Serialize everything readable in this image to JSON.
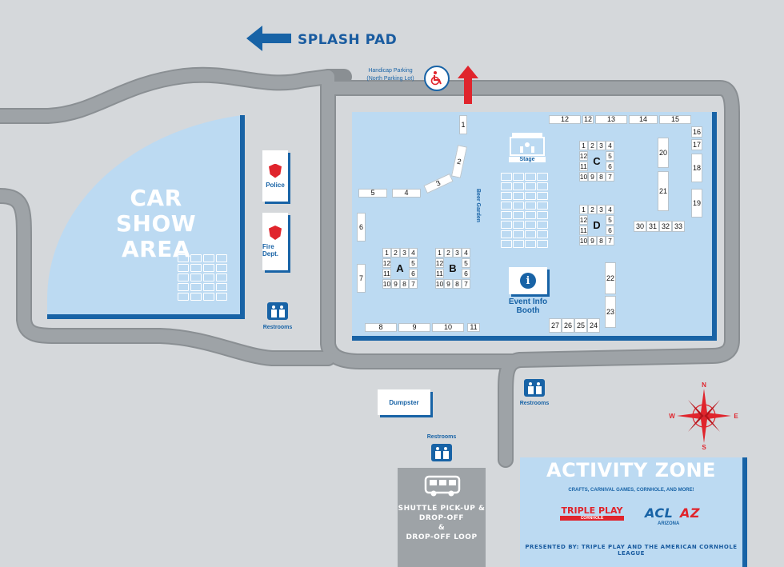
{
  "top": {
    "splash_pad": "SPLASH PAD",
    "handicap": "Handicap Parking",
    "handicap_sub": "(North Parking Lot)"
  },
  "car_show": {
    "line1": "CAR SHOW",
    "line2": "AREA"
  },
  "signs": {
    "police": "Police",
    "fire": "Fire Dept.",
    "restrooms": "Restrooms",
    "dumpster": "Dumpster",
    "stage": "Stage",
    "beer_garden": "Beer Garden",
    "event_info_1": "Event Info",
    "event_info_2": "Booth"
  },
  "booths": {
    "grid": [
      "1",
      "2",
      "3",
      "4",
      "12",
      "5",
      "11",
      "6",
      "10",
      "9",
      "8",
      "7"
    ],
    "zone_letters": [
      "A",
      "B",
      "C",
      "D"
    ],
    "numbered": [
      "1",
      "2",
      "3",
      "4",
      "5",
      "6",
      "7",
      "8",
      "9",
      "10",
      "11",
      "12",
      "12",
      "13",
      "14",
      "15",
      "16",
      "17",
      "18",
      "19",
      "20",
      "21",
      "22",
      "23",
      "24",
      "25",
      "26",
      "27",
      "30",
      "31",
      "32",
      "33"
    ]
  },
  "shuttle": {
    "line1": "SHUTTLE PICK-UP &",
    "line2": "DROP-OFF",
    "line3": "&",
    "line4": "DROP-OFF LOOP"
  },
  "activity": {
    "title": "ACTIVITY ZONE",
    "subtitle": "CRAFTS, CARNIVAL GAMES, CORNHOLE, AND MORE!",
    "logo1_main": "TRIPLE PLAY",
    "logo1_sub": "CORNHOLE",
    "logo2_main": "ACL",
    "logo2_az": "AZ",
    "logo2_sub": "ARIZONA",
    "presented": "PRESENTED BY: TRIPLE PLAY AND THE AMERICAN CORNHOLE LEAGUE"
  },
  "compass": {
    "n": "N",
    "s": "S",
    "e": "E",
    "w": "W"
  },
  "colors": {
    "zone": "#bcdaf2",
    "accent": "#1863a6",
    "road": "#9ea3a7",
    "red": "#e0242c"
  }
}
